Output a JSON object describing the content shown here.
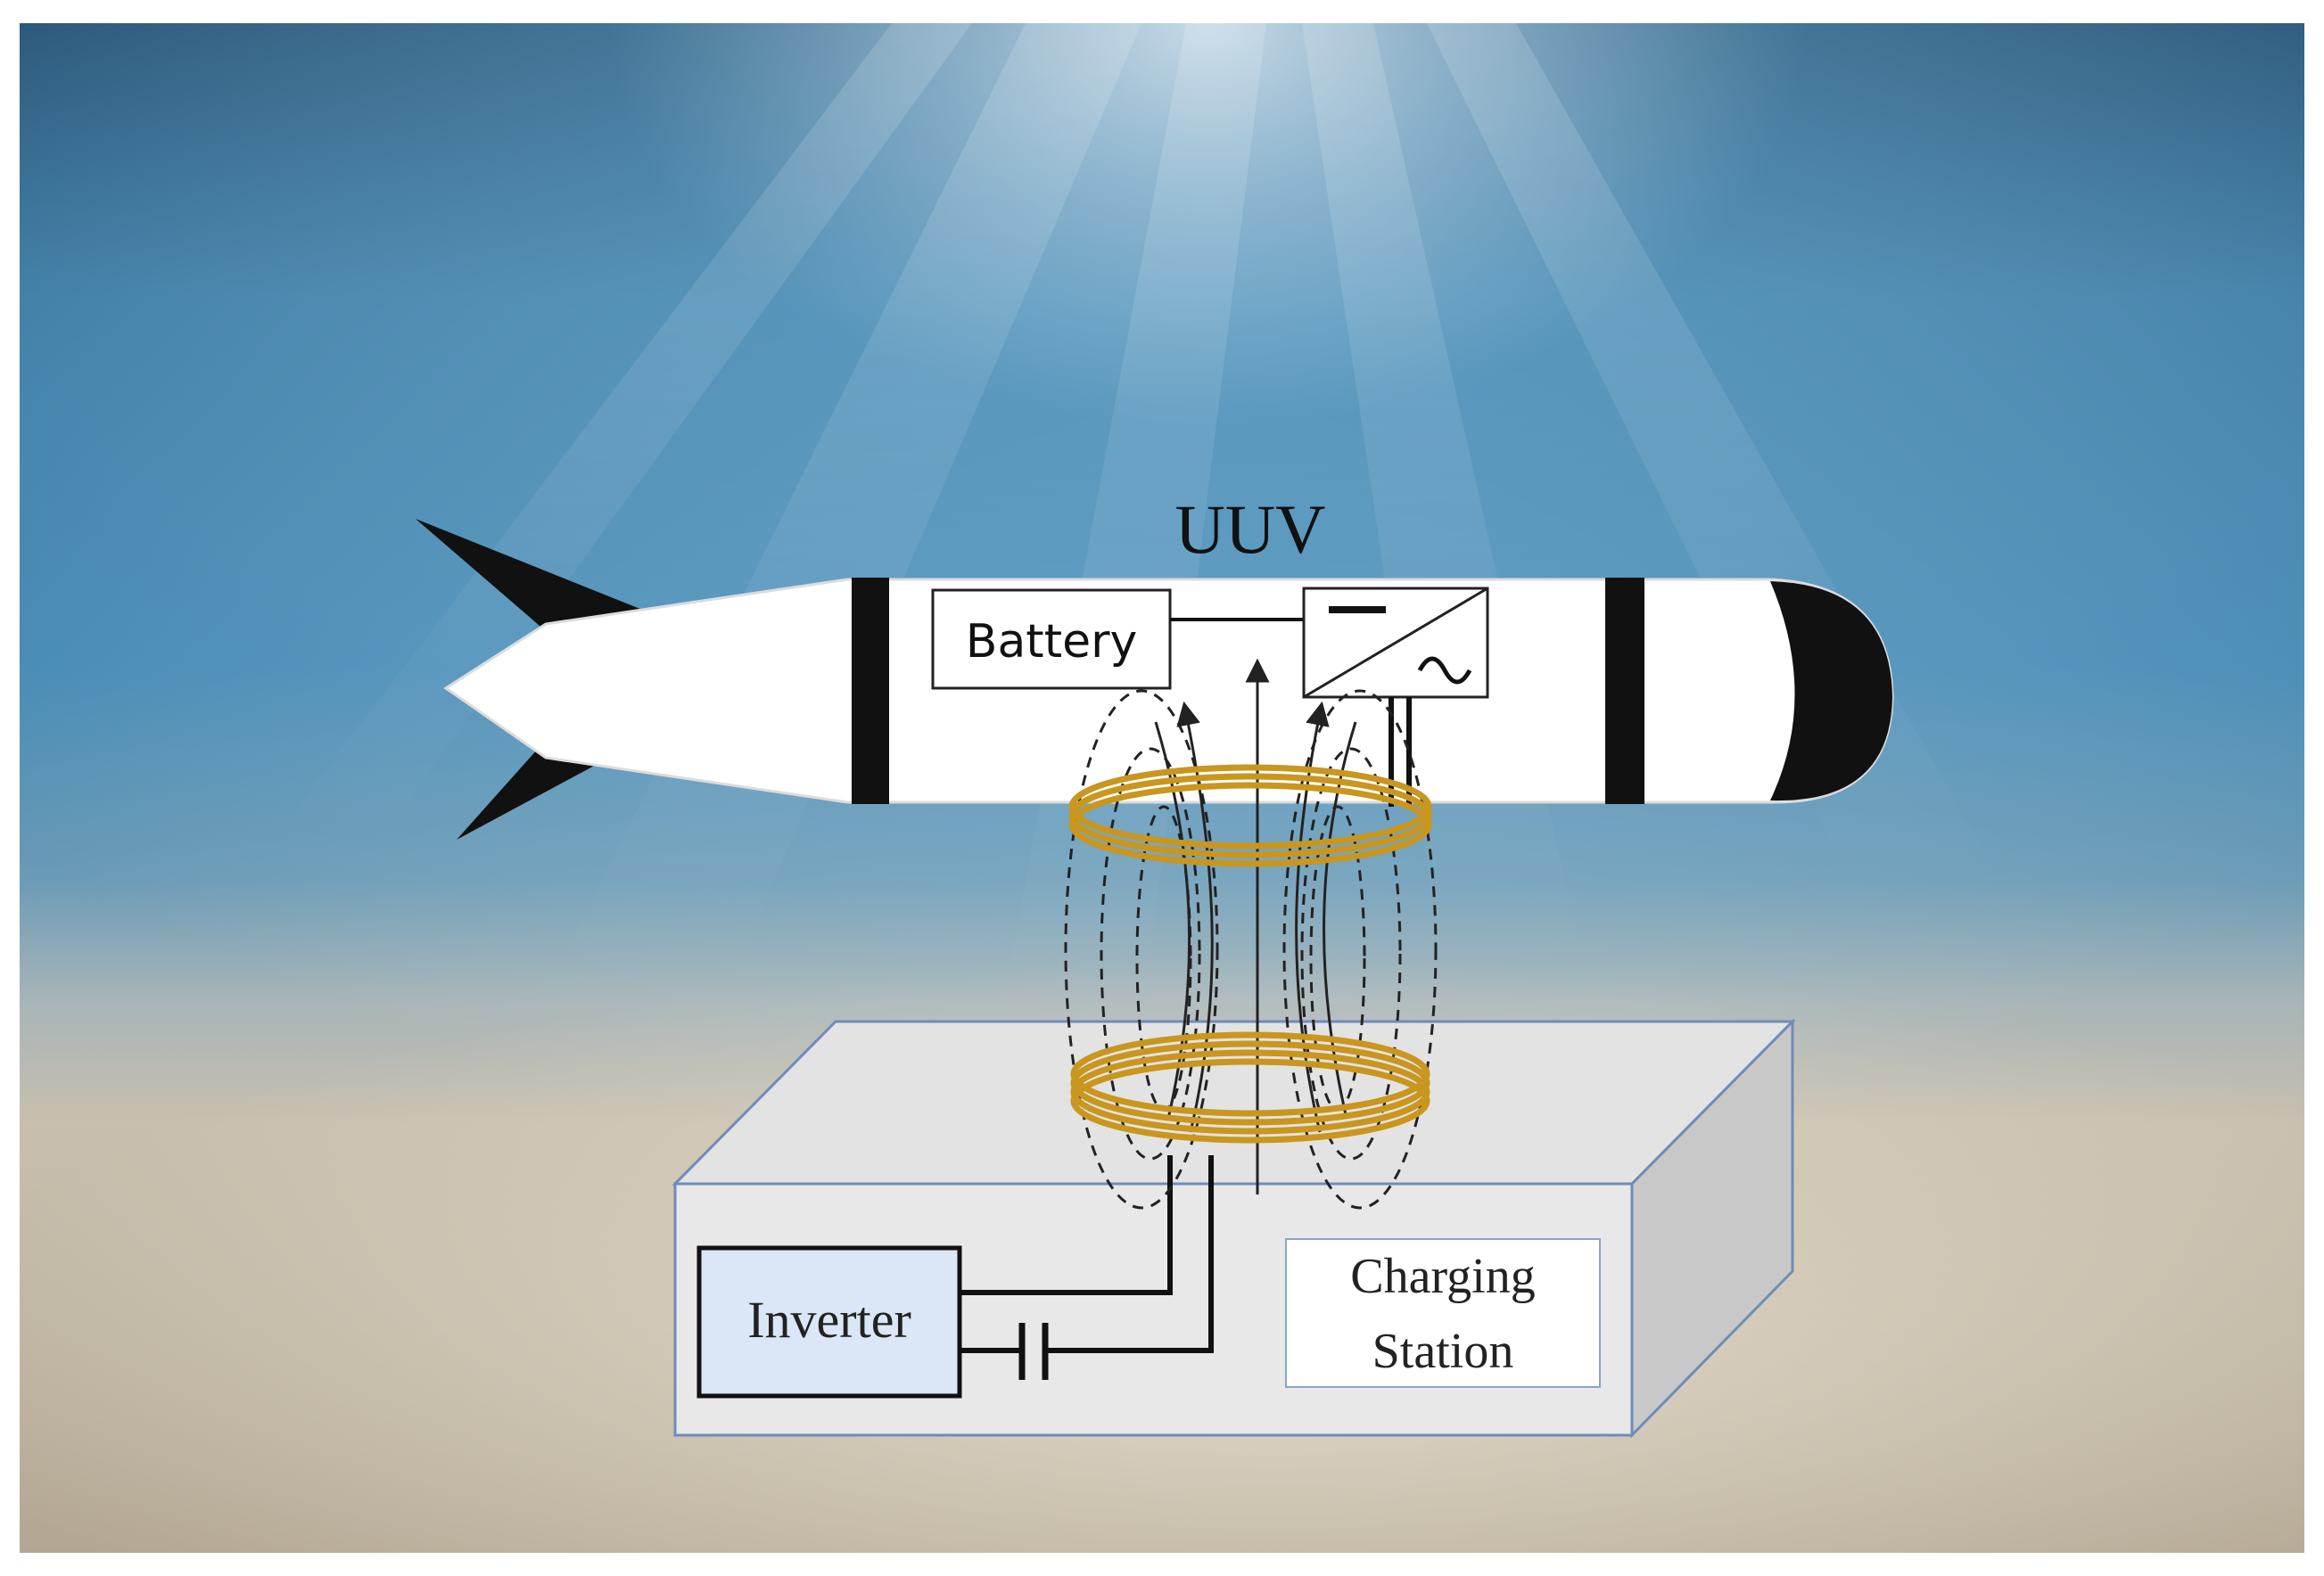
{
  "labels": {
    "uuv": "UUV",
    "battery": "Battery",
    "inverter": "Inverter",
    "charging_station_line1": "Charging",
    "charging_station_line2": "Station"
  },
  "colors": {
    "water_deep": "#0b3d63",
    "water_light": "#6fb9de",
    "sand": "#cbbfa9",
    "coil": "#c9961e",
    "station_top": "#e3e3e3",
    "station_side": "#c8c8c8",
    "station_edge": "#6f8cb8",
    "inverter_fill": "#dbe6f6"
  }
}
